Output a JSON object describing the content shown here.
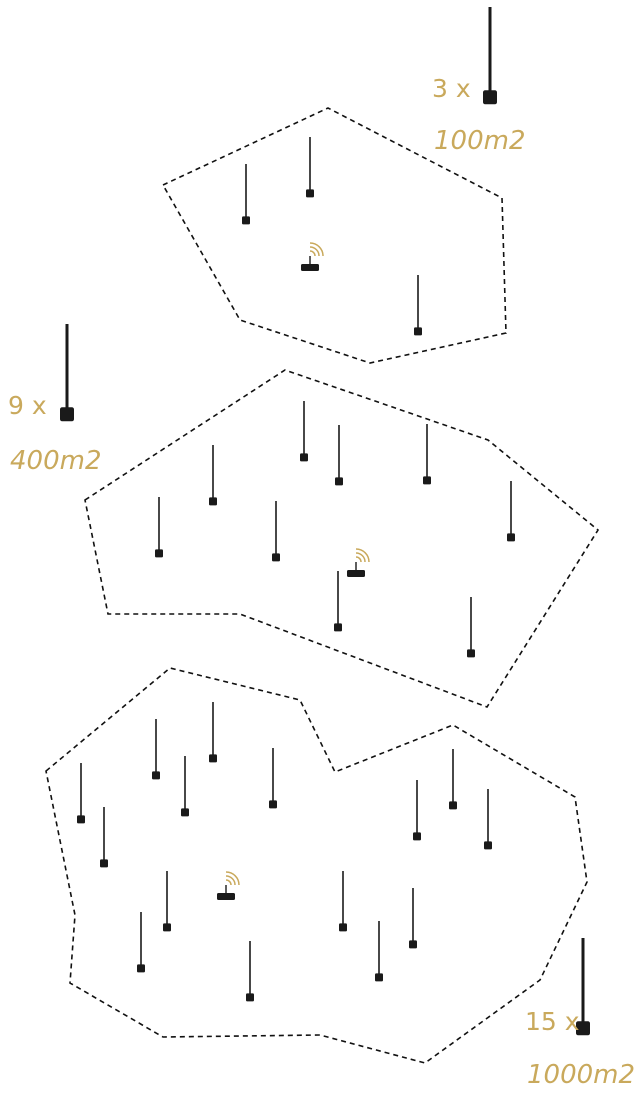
{
  "zones": [
    {
      "count_label": "3 x",
      "area_label": "100m2",
      "sensor_count": 3,
      "gateway_icon": "wifi-router-icon",
      "sensor_icon": "sensor-antenna-icon"
    },
    {
      "count_label": "9 x",
      "area_label": "400m2",
      "sensor_count": 9,
      "gateway_icon": "wifi-router-icon",
      "sensor_icon": "sensor-antenna-icon"
    },
    {
      "count_label": "15 x",
      "area_label": "1000m2",
      "sensor_count": 15,
      "gateway_icon": "wifi-router-icon",
      "sensor_icon": "sensor-antenna-icon"
    }
  ],
  "colors": {
    "accent": "#c9a95c",
    "device": "#1a1a1a",
    "outline": "#111111"
  }
}
